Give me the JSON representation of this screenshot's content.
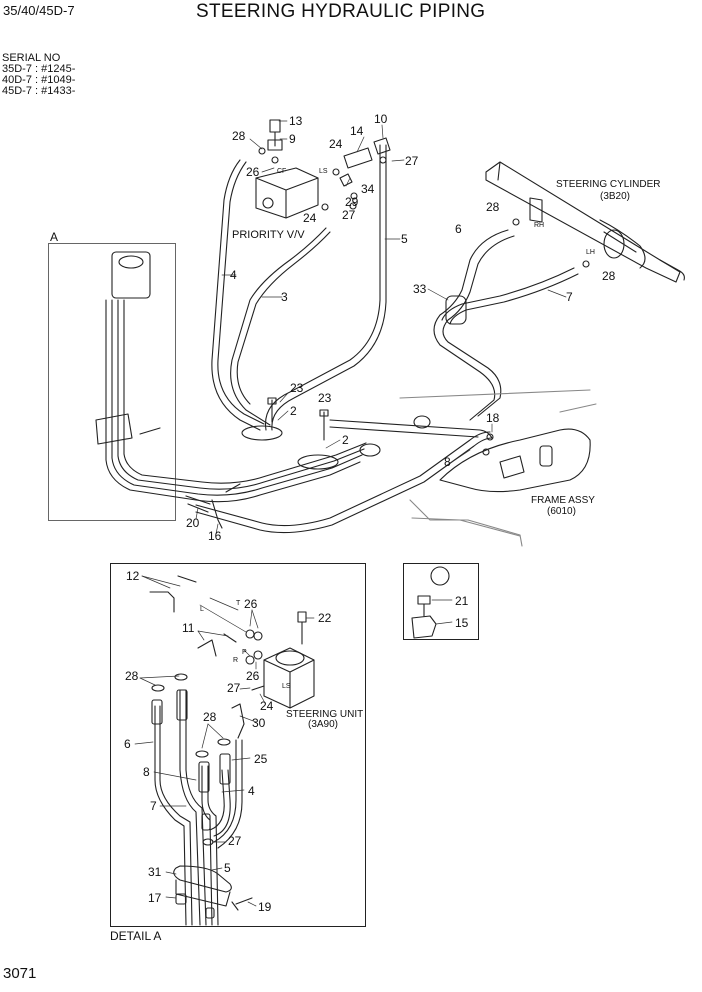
{
  "header": {
    "model": "35/40/45D-7",
    "title": "STEERING HYDRAULIC PIPING"
  },
  "serial": {
    "heading": "SERIAL NO",
    "lines": [
      "35D-7 : #1245-",
      "40D-7 : #1049-",
      "45D-7 : #1433-"
    ]
  },
  "labels": {
    "priority_valve": "PRIORITY V/V",
    "steering_cylinder": "STEERING CYLINDER",
    "steering_cylinder_ref": "(3B20)",
    "frame_assy": "FRAME ASSY",
    "frame_assy_ref": "(6010)",
    "steering_unit": "STEERING UNIT",
    "steering_unit_ref": "(3A90)",
    "detail_a": "DETAIL A",
    "view_a": "A",
    "cf": "CF",
    "ls": "LS",
    "rh": "RH",
    "lh": "LH",
    "t": "T",
    "l": "L",
    "p": "P",
    "r": "R",
    "ls2": "LS"
  },
  "callouts_main": [
    "13",
    "28",
    "9",
    "14",
    "10",
    "24",
    "26",
    "27",
    "34",
    "29",
    "24",
    "27",
    "28",
    "6",
    "RH",
    "4",
    "3",
    "5",
    "33",
    "7",
    "28",
    "23",
    "2",
    "23",
    "2",
    "18",
    "8",
    "20",
    "16"
  ],
  "callouts_detail": [
    "12",
    "26",
    "22",
    "11",
    "28",
    "27",
    "24",
    "26",
    "30",
    "28",
    "6",
    "25",
    "8",
    "4",
    "7",
    "27",
    "5",
    "31",
    "17",
    "19"
  ],
  "legend": [
    "21",
    "15"
  ],
  "page_number": "3071"
}
